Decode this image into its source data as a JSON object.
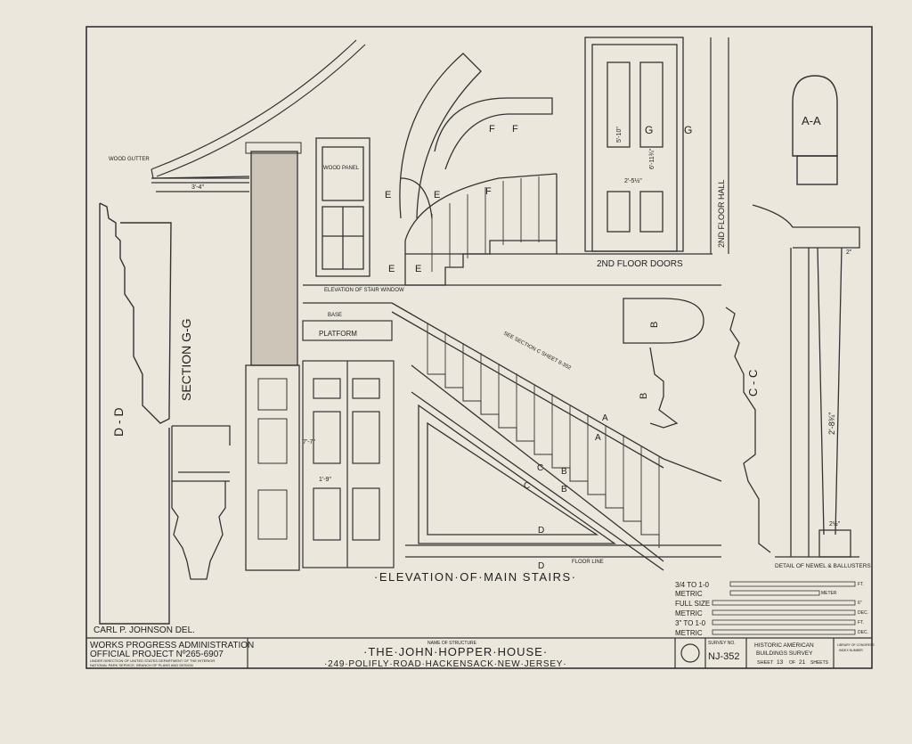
{
  "main_title": "·ELEVATION·OF·MAIN STAIRS·",
  "section_labels": {
    "section_gg": "SECTION G-G",
    "section_dd": "D - D",
    "section_aa": "A-A",
    "section_cc": "C - C",
    "detail_newel": "DETAIL OF NEWEL & BALLUSTERS",
    "second_floor_doors": "2ND FLOOR DOORS",
    "second_floor_hall": "2ND FLOOR HALL",
    "elevation_stair_window": "ELEVATION OF STAIR WINDOW",
    "platform": "PLATFORM",
    "base": "BASE",
    "wood_gutter": "WOOD GUTTER",
    "wood_panel": "WOOD PANEL",
    "see_section": "SEE SECTION C SHEET 8-352",
    "floor_line": "FLOOR LINE",
    "gutter_dim": "3'-4\""
  },
  "markers": {
    "e": "E",
    "f": "F",
    "g": "G",
    "a": "A",
    "b": "B",
    "c": "C",
    "d": "D"
  },
  "dimensions": {
    "door_w": "2'-5½\"",
    "door_h": "6'-11¾\"",
    "newel_h": "2'-8¾\"",
    "newel_top": "2\"",
    "newel_base": "2½\"",
    "low_door_h": "7'-7\"",
    "low_door_w": "1'-9\"",
    "panel_h": "5'-10\""
  },
  "scale_bars": [
    {
      "label": "3/4 TO 1-0",
      "unit": "FT."
    },
    {
      "label": "METRIC",
      "unit": "METER"
    },
    {
      "label": "FULL SIZE",
      "unit": "6\""
    },
    {
      "label": "METRIC",
      "unit": "DEC."
    },
    {
      "label": "3\" TO 1-0",
      "unit": "FT."
    },
    {
      "label": "METRIC",
      "unit": "DEC."
    }
  ],
  "drafter": "CARL P. JOHNSON DEL.",
  "title_block": {
    "wpa_line1": "WORKS PROGRESS ADMINISTRATION",
    "wpa_line2": "OFFICIAL PROJECT Nº265-6907",
    "wpa_line3": "UNDER DIRECTION OF UNITED STATES DEPARTMENT OF THE INTERIOR",
    "wpa_line4": "NATIONAL PARK SERVICE, BRANCH OF PLANS AND DESIGN",
    "name_of_structure_label": "NAME OF STRUCTURE",
    "structure_name": "·THE·JOHN·HOPPER·HOUSE·",
    "address": "·249·POLIFLY·ROAD·HACKENSACK·NEW·JERSEY·",
    "survey_no_label": "SURVEY NO.",
    "survey_no": "NJ-352",
    "habs_line1": "HISTORIC AMERICAN",
    "habs_line2": "BUILDINGS SURVEY",
    "sheet_label": "SHEET",
    "sheet_no": "13",
    "sheet_of": "OF",
    "sheet_total": "21",
    "sheets_label": "SHEETS",
    "lib_line1": "LIBRARY OF CONGRESS",
    "lib_line2": "INDEX NUMBER"
  }
}
